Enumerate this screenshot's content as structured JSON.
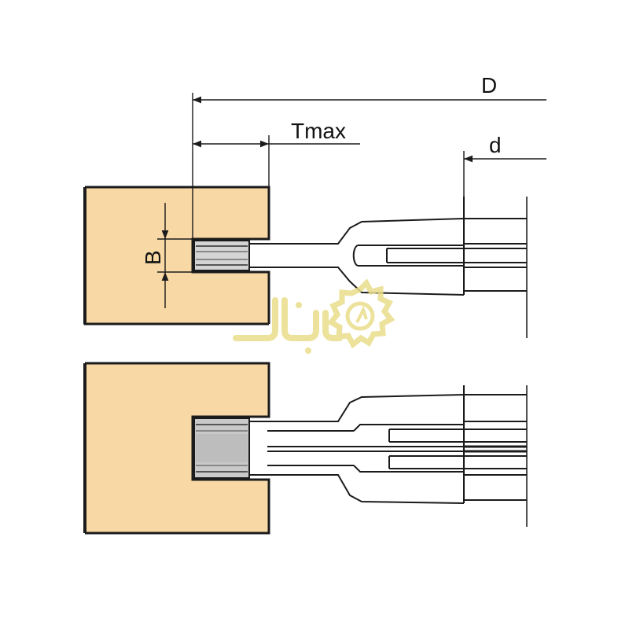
{
  "labels": {
    "D": "D",
    "Tmax": "Tmax",
    "d": "d",
    "B": "B"
  },
  "watermark": {
    "icon": "saw-blade-icon",
    "color": "#e9dd8a"
  },
  "colors": {
    "wood": "#f8d9a6",
    "outline": "#1b1b1b",
    "insert": "#c9c9c9",
    "insert_dark": "#8c8c8c",
    "background": "#ffffff"
  },
  "diagram": {
    "views": [
      "single-tool-view",
      "double-tool-view"
    ]
  }
}
